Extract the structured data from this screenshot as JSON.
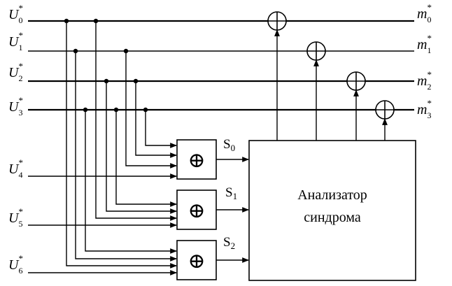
{
  "inputs": [
    {
      "letter": "U",
      "sub": "0",
      "sup": "*"
    },
    {
      "letter": "U",
      "sub": "1",
      "sup": "*"
    },
    {
      "letter": "U",
      "sub": "2",
      "sup": "*"
    },
    {
      "letter": "U",
      "sub": "3",
      "sup": "*"
    },
    {
      "letter": "U",
      "sub": "4",
      "sup": "*"
    },
    {
      "letter": "U",
      "sub": "5",
      "sup": "*"
    },
    {
      "letter": "U",
      "sub": "6",
      "sup": "*"
    }
  ],
  "outputs": [
    {
      "letter": "m",
      "sub": "0",
      "sup": "*"
    },
    {
      "letter": "m",
      "sub": "1",
      "sup": "*"
    },
    {
      "letter": "m",
      "sub": "2",
      "sup": "*"
    },
    {
      "letter": "m",
      "sub": "3",
      "sup": "*"
    }
  ],
  "syndromes": [
    {
      "letter": "S",
      "sub": "0"
    },
    {
      "letter": "S",
      "sub": "1"
    },
    {
      "letter": "S",
      "sub": "2"
    }
  ],
  "analyzer": {
    "line1": "Анализатор",
    "line2": "синдрома"
  },
  "xor_symbol": "⊕"
}
